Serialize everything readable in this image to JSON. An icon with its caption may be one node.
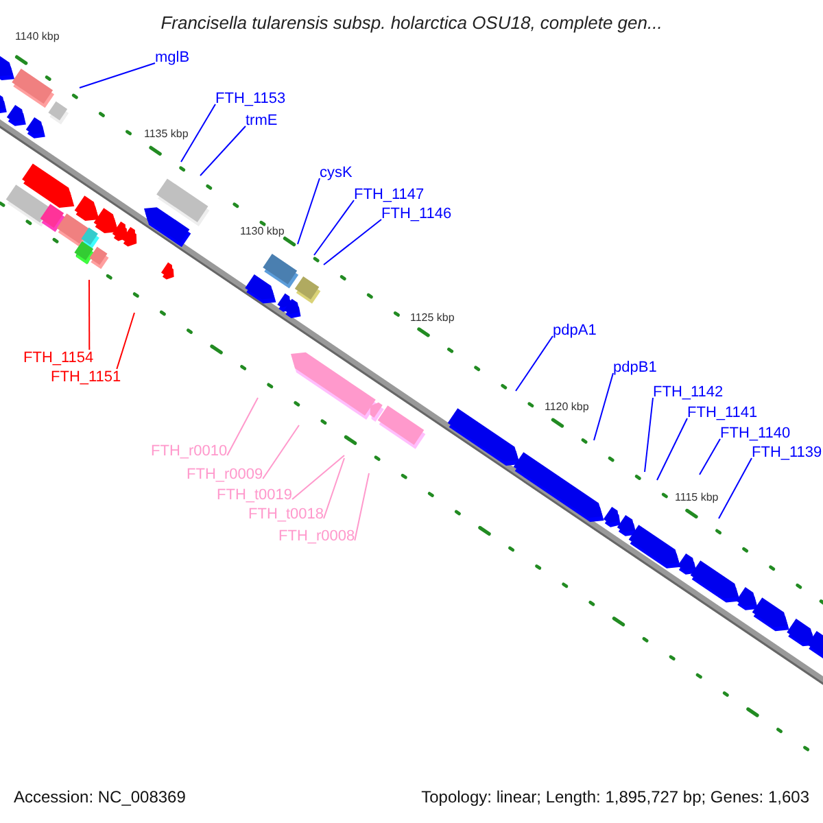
{
  "diagram": {
    "title": "Francisella tularensis subsp. holarctica OSU18, complete gen...",
    "nodes": [
      {
        "text": [
          "mglB"
        ]
      },
      {
        "text": [
          "FTH_1153"
        ]
      },
      {
        "text": [
          "trmE"
        ]
      },
      {
        "text": [
          "cysK"
        ]
      },
      {
        "text": [
          "FTH_1147"
        ]
      },
      {
        "text": [
          "FTH_1146"
        ]
      },
      {
        "text": [
          "FTH_1154"
        ]
      },
      {
        "text": [
          "FTH_1151"
        ]
      },
      {
        "text": [
          "FTH_r0010"
        ]
      },
      {
        "text": [
          "FTH_r0009"
        ]
      },
      {
        "text": [
          "FTH_t0019"
        ]
      },
      {
        "text": [
          "FTH_t0018"
        ]
      },
      {
        "text": [
          "FTH_r0008"
        ]
      },
      {
        "text": [
          "pdpA1"
        ]
      },
      {
        "text": [
          "pdpB1"
        ]
      },
      {
        "text": [
          "FTH_1142"
        ]
      },
      {
        "text": [
          "FTH_1141"
        ]
      },
      {
        "text": [
          "FTH_1140"
        ]
      },
      {
        "text": [
          "FTH_1139"
        ]
      }
    ],
    "edges": [
      {
        "from": 0,
        "to": null,
        "arrow": "none"
      },
      {
        "from": 1,
        "to": null,
        "arrow": "none"
      },
      {
        "from": 2,
        "to": null,
        "arrow": "none"
      },
      {
        "from": 3,
        "to": null,
        "arrow": "none"
      },
      {
        "from": 4,
        "to": null,
        "arrow": "none"
      },
      {
        "from": 5,
        "to": null,
        "arrow": "none"
      },
      {
        "from": 6,
        "to": null,
        "arrow": "none",
        "color": "#ff0000"
      },
      {
        "from": 7,
        "to": null,
        "arrow": "none",
        "color": "#ff0000"
      },
      {
        "from": 8,
        "to": null,
        "arrow": "none",
        "color": "#ff99cc"
      },
      {
        "from": 9,
        "to": null,
        "arrow": "none",
        "color": "#ff99cc"
      },
      {
        "from": 10,
        "to": null,
        "arrow": "none",
        "color": "#ff99cc"
      },
      {
        "from": 11,
        "to": null,
        "arrow": "none",
        "color": "#ff99cc"
      },
      {
        "from": 12,
        "to": null,
        "arrow": "none",
        "color": "#ff99cc"
      },
      {
        "from": 13,
        "to": null,
        "arrow": "none"
      },
      {
        "from": 14,
        "to": null,
        "arrow": "none"
      },
      {
        "from": 15,
        "to": null,
        "arrow": "none"
      },
      {
        "from": 16,
        "to": null,
        "arrow": "none"
      },
      {
        "from": 17,
        "to": null,
        "arrow": "none"
      },
      {
        "from": 18,
        "to": null,
        "arrow": "none"
      }
    ],
    "labels": [
      "1140 kbp",
      "1135 kbp",
      "1130 kbp",
      "1125 kbp",
      "1120 kbp",
      "1115 kbp",
      "Accession: NC_008369",
      "Topology: linear; Length: 1,895,727 bp; Genes: 1,603"
    ]
  }
}
